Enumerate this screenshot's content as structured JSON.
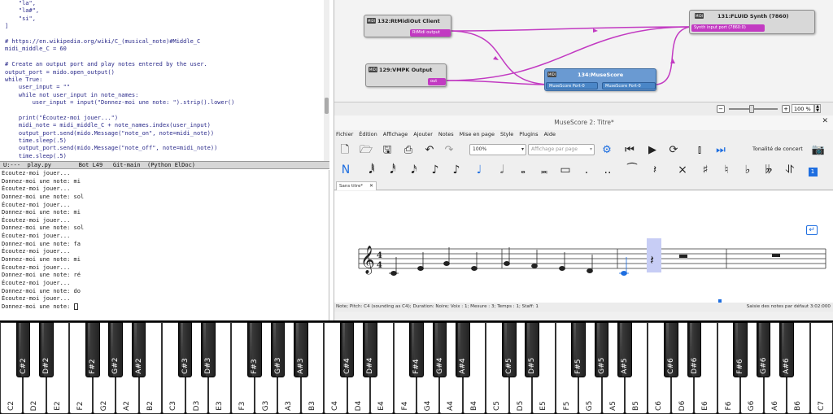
{
  "editor": {
    "lines": [
      {
        "t": "    \"la\",",
        "c": "c-str"
      },
      {
        "t": "    \"la#\",",
        "c": "c-str"
      },
      {
        "t": "    \"si\",",
        "c": "c-str"
      },
      {
        "t": "]",
        "c": "c-def"
      },
      {
        "t": "",
        "c": "c-def"
      },
      {
        "t": "# https://en.wikipedia.org/wiki/C_(musical_note)#Middle_C",
        "c": "c-com"
      },
      {
        "t": "midi_middle_C = 60",
        "c": "c-def"
      },
      {
        "t": "",
        "c": "c-def"
      },
      {
        "t": "# Create an output port and play notes entered by the user.",
        "c": "c-com"
      },
      {
        "t": "output_port = mido.open_output()",
        "c": "c-def"
      },
      {
        "t": "while True:",
        "c": "c-kw"
      },
      {
        "t": "    user_input = \"\"",
        "c": "c-def"
      },
      {
        "t": "    while not user_input in note_names:",
        "c": "c-kw"
      },
      {
        "t": "        user_input = input(\"Donnez-moi une note: \").strip().lower()",
        "c": "c-def"
      },
      {
        "t": "",
        "c": "c-def"
      },
      {
        "t": "    print(\"Écoutez-moi jouer...\")",
        "c": "c-fn"
      },
      {
        "t": "    midi_note = midi_middle_C + note_names.index(user_input)",
        "c": "c-def"
      },
      {
        "t": "    output_port.send(mido.Message(\"note_on\", note=midi_note))",
        "c": "c-def"
      },
      {
        "t": "    time.sleep(.5)",
        "c": "c-def"
      },
      {
        "t": "    output_port.send(mido.Message(\"note_off\", note=midi_note))",
        "c": "c-def"
      },
      {
        "t": "    time.sleep(.5)",
        "c": "c-def"
      }
    ],
    "modeline": "U:---  play.py        Bot L49   Git-main  (Python ElDoc)"
  },
  "terminal": {
    "lines": [
      "Écoutez-moi jouer...",
      "Donnez-moi une note: mi",
      "Écoutez-moi jouer...",
      "Donnez-moi une note: sol",
      "Écoutez-moi jouer...",
      "Donnez-moi une note: mi",
      "Écoutez-moi jouer...",
      "Donnez-moi une note: sol",
      "Écoutez-moi jouer...",
      "Donnez-moi une note: fa",
      "Écoutez-moi jouer...",
      "Donnez-moi une note: mi",
      "Écoutez-moi jouer...",
      "Donnez-moi une note: ré",
      "Écoutez-moi jouer...",
      "Donnez-moi une note: do",
      "Écoutez-moi jouer...",
      "Donnez-moi une note: "
    ]
  },
  "graph": {
    "nodes": {
      "rtmidi": {
        "title": "132:RtMidiOut Client",
        "port": "RtMidi output"
      },
      "vmpk": {
        "title": "129:VMPK Output",
        "port": "out"
      },
      "musescore": {
        "title": "134:MuseScore",
        "port1": "MuseScore Port-0",
        "port2": "MuseScore Port-0"
      },
      "fluid": {
        "title": "131:FLUID Synth (7860)",
        "port": "Synth input port (7860:0)"
      }
    },
    "zoom": "100 %",
    "cable_color": "#c23ac2"
  },
  "musescore": {
    "title": "MuseScore 2: Titre*",
    "menu": [
      "Fichier",
      "Édition",
      "Affichage",
      "Ajouter",
      "Notes",
      "Mise en page",
      "Style",
      "Plugins",
      "Aide"
    ],
    "zoom_select": "100%",
    "view_select": "Affichage par page",
    "concert_label": "Tonalité de concert",
    "tab": "Sans titre*",
    "status_left": "Note; Pitch: C4 (sounding as C4); Duration: Noire; Voix : 1; Mesure : 3; Temps : 1; Staff: 1",
    "status_right": "Saisie des notes par défaut    3:02:000",
    "accent": "#1e6ee0"
  },
  "keyboard": {
    "white": [
      "C2",
      "D2",
      "E2",
      "F2",
      "G2",
      "A2",
      "B2",
      "C3",
      "D3",
      "E3",
      "F3",
      "G3",
      "A3",
      "B3",
      "C4",
      "D4",
      "E4",
      "F4",
      "G4",
      "A4",
      "B4",
      "C5",
      "D5",
      "E5",
      "F5",
      "G5",
      "A5",
      "B5",
      "C6",
      "D6",
      "E6",
      "F6",
      "G6",
      "A6",
      "B6",
      "C7"
    ],
    "black": [
      "C#2",
      "D#2",
      "F#2",
      "G#2",
      "A#2",
      "C#3",
      "D#3",
      "F#3",
      "G#3",
      "A#3",
      "C#4",
      "D#4",
      "F#4",
      "G#4",
      "A#4",
      "C#5",
      "D#5",
      "F#5",
      "G#5",
      "A#5",
      "C#6",
      "D#6",
      "F#6",
      "G#6",
      "A#6"
    ]
  }
}
